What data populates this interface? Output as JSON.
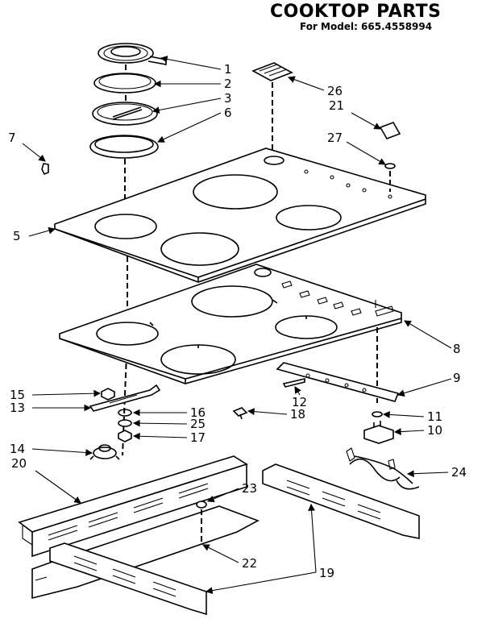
{
  "header": {
    "title": "COOKTOP PARTS",
    "subtitle": "For Model: 665.4558994"
  },
  "callouts": [
    "1",
    "2",
    "3",
    "6",
    "7",
    "5",
    "26",
    "21",
    "27",
    "8",
    "9",
    "12",
    "11",
    "10",
    "15",
    "13",
    "16",
    "25",
    "17",
    "18",
    "14",
    "20",
    "24",
    "23",
    "22",
    "19"
  ]
}
